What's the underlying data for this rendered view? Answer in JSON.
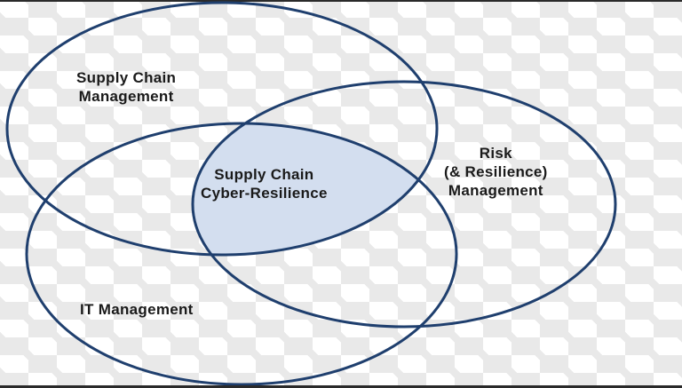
{
  "diagram": {
    "type": "venn",
    "sets": [
      {
        "id": "scm",
        "label_lines": [
          "Supply Chain",
          "Management"
        ]
      },
      {
        "id": "risk",
        "label_lines": [
          "Risk",
          "(& Resilience)",
          "Management"
        ]
      },
      {
        "id": "it",
        "label_lines": [
          "IT Management"
        ]
      }
    ],
    "intersection": {
      "label_lines": [
        "Supply Chain",
        "Cyber-Resilience"
      ]
    },
    "colors": {
      "outline": "#1f3f6e",
      "intersection_fill": "#d3deef"
    }
  }
}
